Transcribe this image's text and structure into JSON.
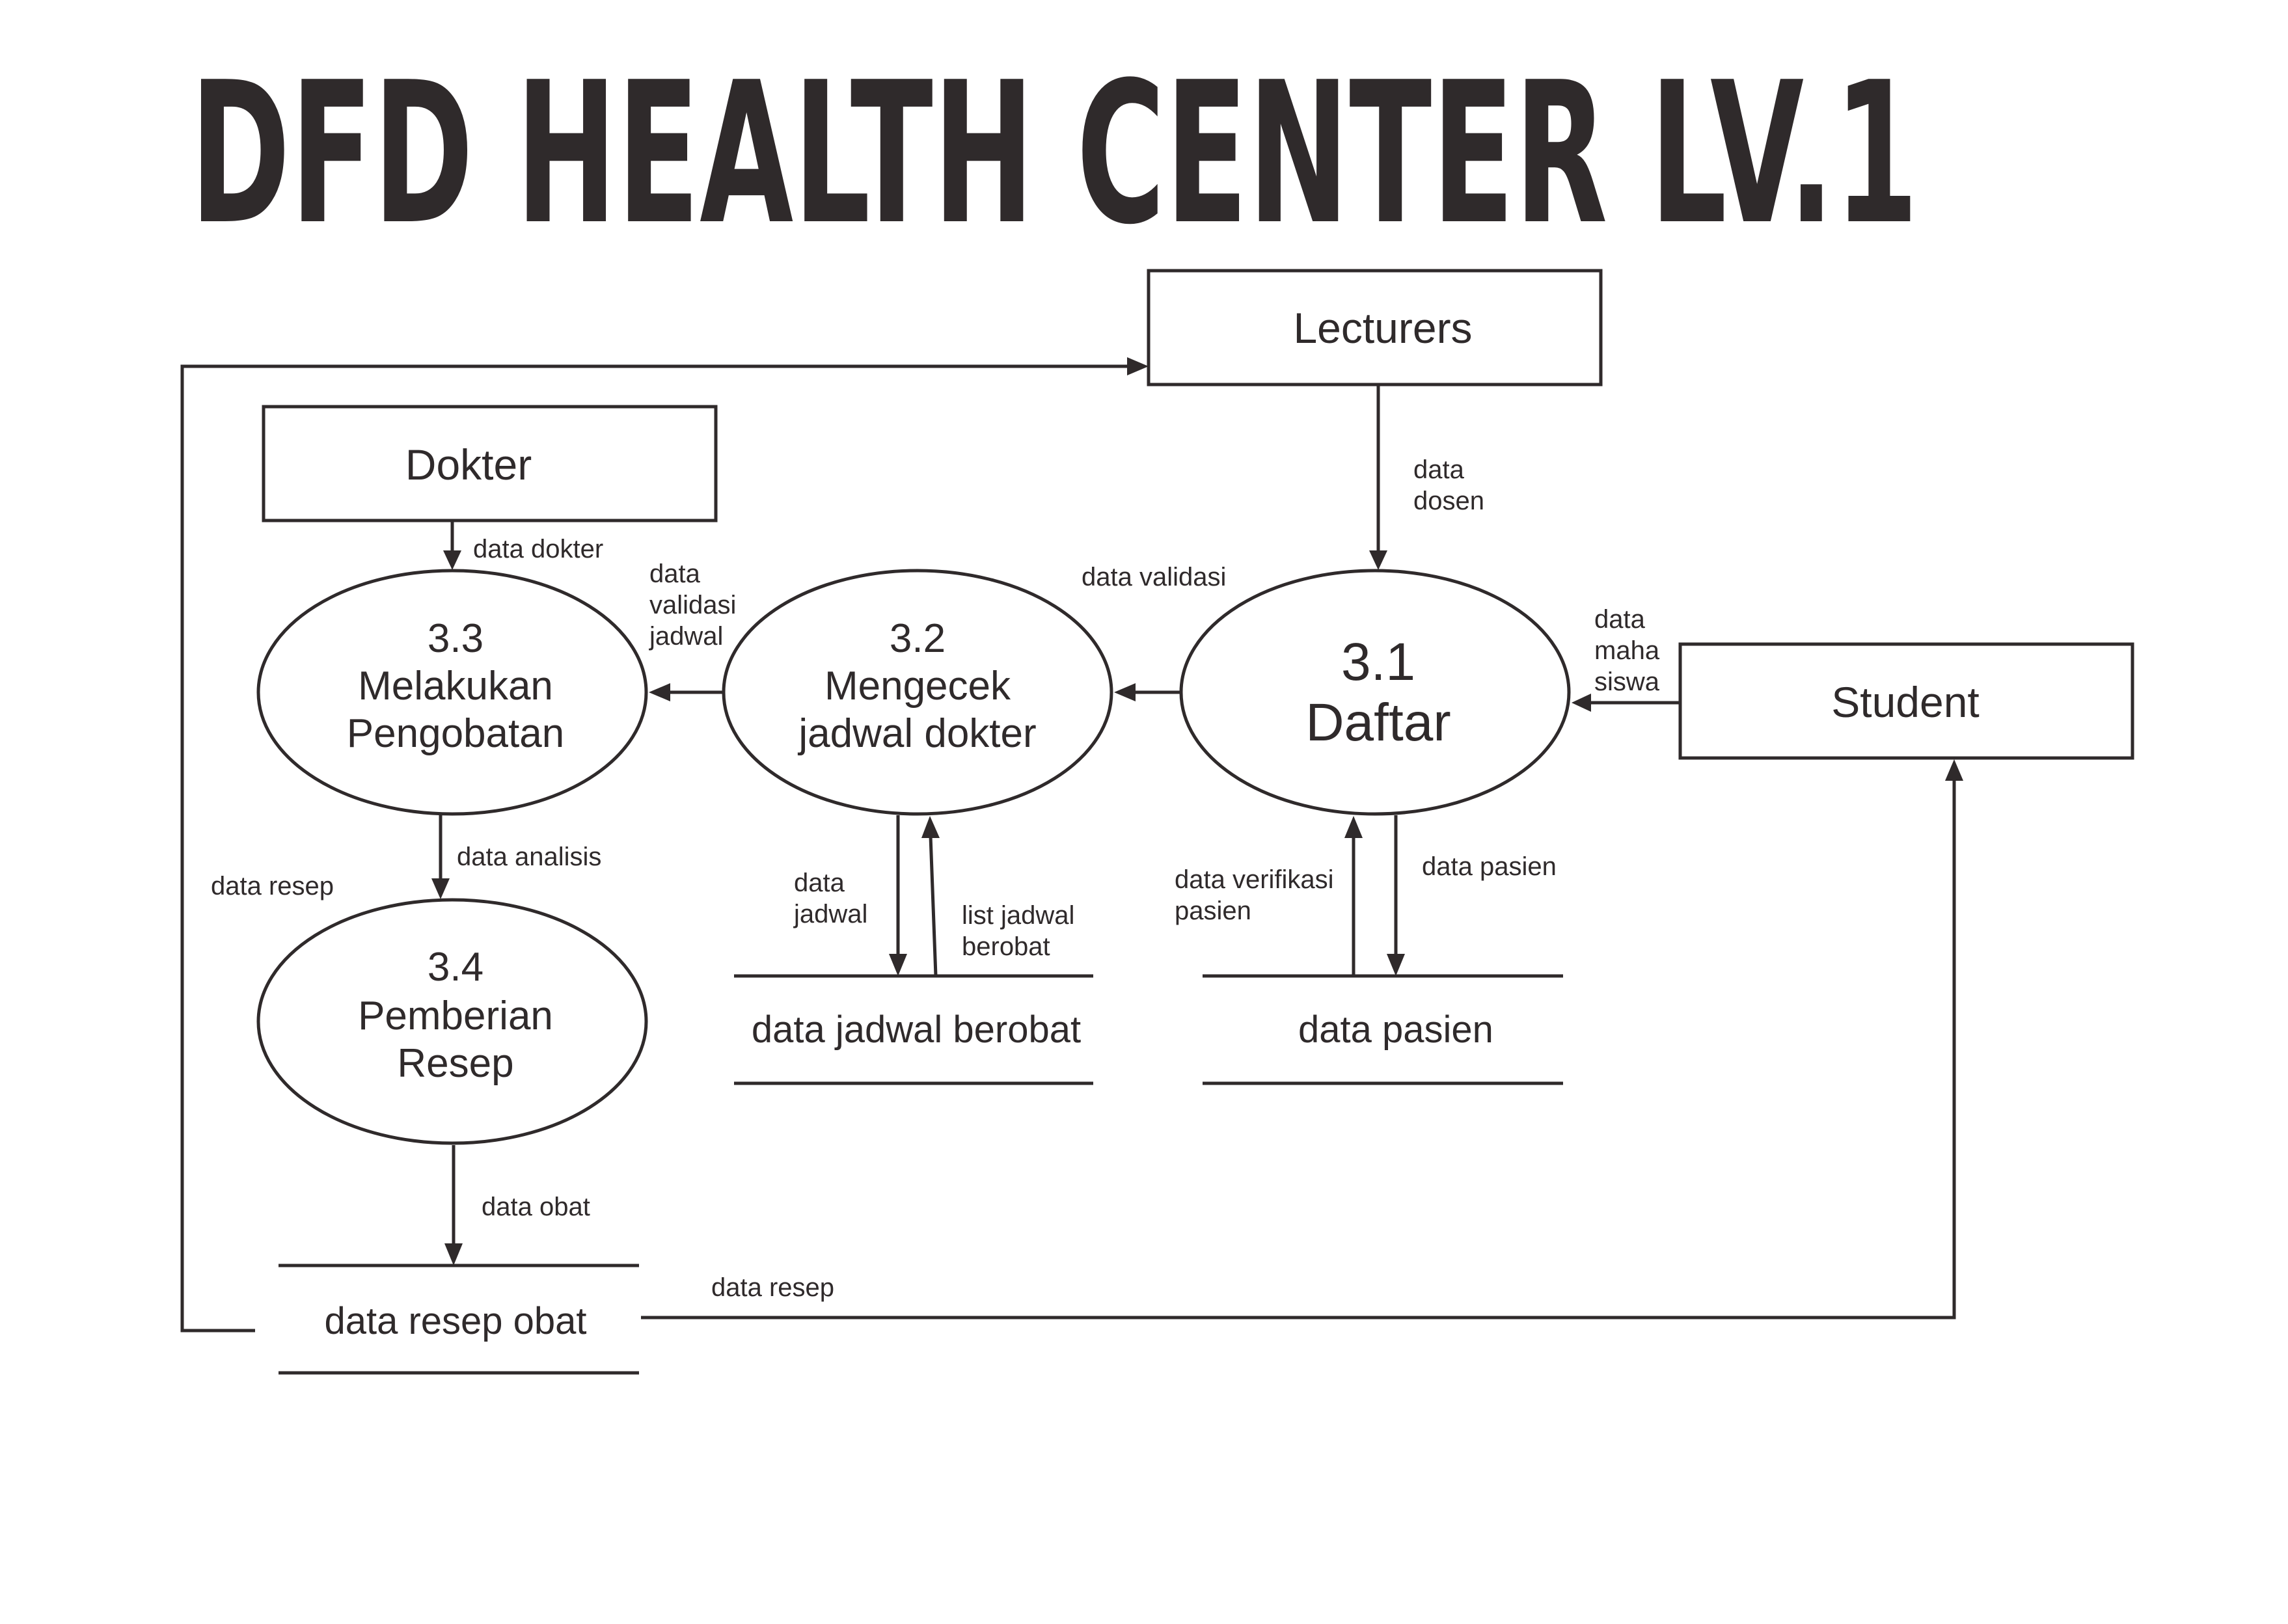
{
  "title": "DFD HEALTH CENTER LV.1",
  "entities": {
    "lecturers": "Lecturers",
    "dokter": "Dokter",
    "student": "Student"
  },
  "processes": {
    "p31": {
      "number": "3.1",
      "name": "Daftar"
    },
    "p32": {
      "number": "3.2",
      "line1": "Mengecek",
      "line2": "jadwal dokter"
    },
    "p33": {
      "number": "3.3",
      "line1": "Melakukan",
      "line2": "Pengobatan"
    },
    "p34": {
      "number": "3.4",
      "line1": "Pemberian",
      "line2": "Resep"
    }
  },
  "stores": {
    "jadwal": "data jadwal berobat",
    "pasien": "data pasien",
    "resep_obat": "data resep obat"
  },
  "flows": {
    "data_dosen": [
      "data",
      "dosen"
    ],
    "data_maha_siswa": [
      "data",
      "maha",
      "siswa"
    ],
    "data_validasi": "data validasi",
    "data_validasi_jadwal": [
      "data",
      "validasi",
      "jadwal"
    ],
    "data_dokter": "data dokter",
    "data_analisis": "data analisis",
    "data_resep_left": "data resep",
    "data_jadwal": [
      "data",
      "jadwal"
    ],
    "list_jadwal_berobat": [
      "list jadwal",
      "berobat"
    ],
    "data_verifikasi_pasien": [
      "data verifikasi",
      "pasien"
    ],
    "data_pasien": "data pasien",
    "data_obat": "data obat",
    "data_resep_bottom": "data resep"
  }
}
